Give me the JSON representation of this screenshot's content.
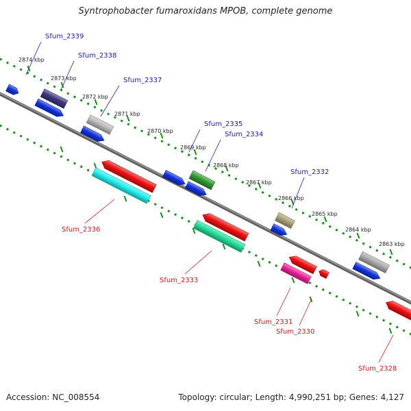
{
  "title": "Syntrophobacter fumaroxidans MPOB, complete genome",
  "footer": {
    "accession": "Accession: NC_008554",
    "summary": "Topology: circular; Length: 4,990,251 bp; Genes: 4,127"
  },
  "ruler": {
    "ticks": [
      "2874 kbp",
      "2873 kbp",
      "2872 kbp",
      "2871 kbp",
      "2870 kbp",
      "2869 kbp",
      "2868 kbp",
      "2867 kbp",
      "2866 kbp",
      "2865 kbp",
      "2864 kbp",
      "2863 kbp"
    ]
  },
  "colors": {
    "backbone": "#777777",
    "forward_label": "#1a1aaa",
    "reverse_label": "#cc1a1a",
    "dots": "#1a8a1a"
  },
  "genes_forward": [
    {
      "id": "g2340",
      "label": "",
      "color": "#1133dd"
    },
    {
      "id": "g2339",
      "label": "Sfum_2339",
      "color": "#1133dd"
    },
    {
      "id": "g2338",
      "label": "Sfum_2338",
      "color": "#3d3580"
    },
    {
      "id": "g2337",
      "label": "Sfum_2337",
      "color": "#1133dd"
    },
    {
      "id": "g2337b",
      "label": "",
      "color": "#bbbbbb"
    },
    {
      "id": "g2336f",
      "label": "",
      "color": "#1133dd"
    },
    {
      "id": "g2335",
      "label": "Sfum_2335",
      "color": "#1133dd"
    },
    {
      "id": "g2334",
      "label": "Sfum_2334",
      "color": "#339933"
    },
    {
      "id": "g2332",
      "label": "Sfum_2332",
      "color": "#1133dd"
    },
    {
      "id": "g2332b",
      "label": "",
      "color": "#aaa27a"
    },
    {
      "id": "g2329f",
      "label": "",
      "color": "#1133dd"
    },
    {
      "id": "g2329g",
      "label": "",
      "color": "#aaaaaa"
    }
  ],
  "genes_reverse": [
    {
      "id": "g2336",
      "label": "Sfum_2336",
      "color": "#22eeee"
    },
    {
      "id": "g2336r",
      "label": "",
      "color": "#ee1111"
    },
    {
      "id": "g2333",
      "label": "Sfum_2333",
      "color": "#22dd99"
    },
    {
      "id": "g2333r",
      "label": "",
      "color": "#ee1111"
    },
    {
      "id": "g2331",
      "label": "Sfum_2331",
      "color": "#ee1111"
    },
    {
      "id": "g2330",
      "label": "Sfum_2330",
      "color": "#ee2299"
    },
    {
      "id": "g2330b",
      "label": "",
      "color": "#ee1111"
    },
    {
      "id": "g2328",
      "label": "Sfum_2328",
      "color": "#ee1111"
    }
  ]
}
